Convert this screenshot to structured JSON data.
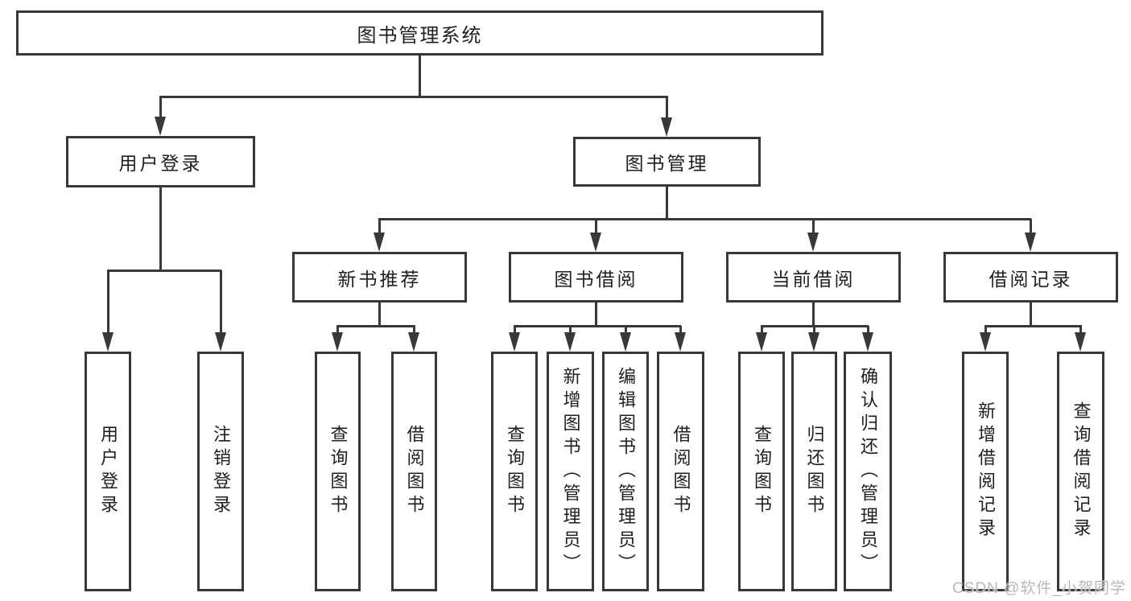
{
  "tree": {
    "root": {
      "label": "图书管理系统",
      "children": [
        {
          "label": "用户登录",
          "children": [
            {
              "label": "用户登录"
            },
            {
              "label": "注销登录"
            }
          ]
        },
        {
          "label": "图书管理",
          "children": [
            {
              "label": "新书推荐",
              "children": [
                {
                  "label": "查询图书"
                },
                {
                  "label": "借阅图书"
                }
              ]
            },
            {
              "label": "图书借阅",
              "children": [
                {
                  "label": "查询图书"
                },
                {
                  "label": "新增图书（管理员）"
                },
                {
                  "label": "编辑图书（管理员）"
                },
                {
                  "label": "借阅图书"
                }
              ]
            },
            {
              "label": "当前借阅",
              "children": [
                {
                  "label": "查询图书"
                },
                {
                  "label": "归还图书"
                },
                {
                  "label": "确认归还（管理员）"
                }
              ]
            },
            {
              "label": "借阅记录",
              "children": [
                {
                  "label": "新增借阅记录"
                },
                {
                  "label": "查询借阅记录"
                }
              ]
            }
          ]
        }
      ]
    }
  },
  "watermark": "CSDN @软件_小贺同学",
  "colors": {
    "line": "#383838",
    "text": "#1f1f1f",
    "background": "#ffffff",
    "watermark": "#b9b9b9"
  }
}
